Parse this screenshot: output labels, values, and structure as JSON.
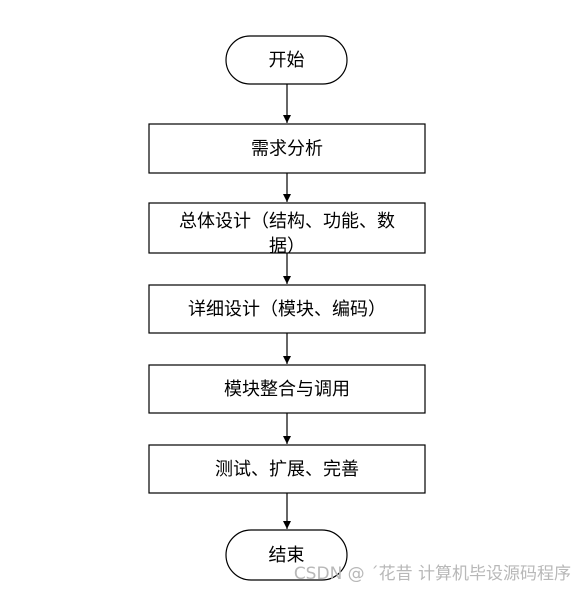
{
  "flowchart": {
    "nodes": [
      {
        "id": "start",
        "shape": "terminal",
        "text": "开始"
      },
      {
        "id": "requirements",
        "shape": "process",
        "text": "需求分析"
      },
      {
        "id": "overall-design",
        "shape": "process",
        "text_lines": [
          "总体设计（结构、功能、数",
          "据）"
        ]
      },
      {
        "id": "detailed-design",
        "shape": "process",
        "text": "详细设计（模块、编码）"
      },
      {
        "id": "integration",
        "shape": "process",
        "text": "模块整合与调用"
      },
      {
        "id": "testing",
        "shape": "process",
        "text": "测试、扩展、完善"
      },
      {
        "id": "end",
        "shape": "terminal",
        "text": "结束"
      }
    ],
    "edges": [
      {
        "from": "start",
        "to": "requirements"
      },
      {
        "from": "requirements",
        "to": "overall-design"
      },
      {
        "from": "overall-design",
        "to": "detailed-design"
      },
      {
        "from": "detailed-design",
        "to": "integration"
      },
      {
        "from": "integration",
        "to": "testing"
      },
      {
        "from": "testing",
        "to": "end"
      }
    ]
  },
  "watermark": {
    "text": "CSDN @ ´花昔  计算机毕设源码程序"
  },
  "colors": {
    "stroke": "#000000",
    "fill": "#ffffff",
    "watermark": "#b8b8b8"
  }
}
